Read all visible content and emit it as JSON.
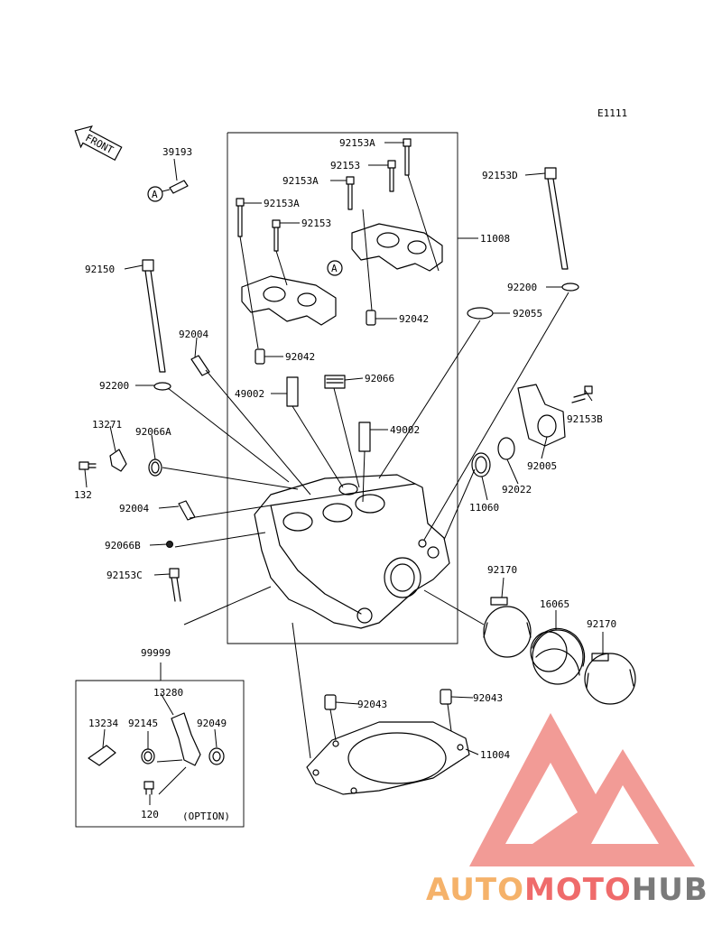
{
  "diagram_code": "E1111",
  "front_label": "FRONT",
  "ref_mark": "A",
  "option_label": "(OPTION)",
  "parts": {
    "p39193": "39193",
    "p92153A_1": "92153A",
    "p92153_1": "92153",
    "p92153A_2": "92153A",
    "p92153A_3": "92153A",
    "p92153_2": "92153",
    "p11008": "11008",
    "p92153D": "92153D",
    "p92150": "92150",
    "p92200_r": "92200",
    "p92055": "92055",
    "p92042_r": "92042",
    "p92004_t": "92004",
    "p92042_l": "92042",
    "p92200_l": "92200",
    "p92066": "92066",
    "p49002_l": "49002",
    "p92153B": "92153B",
    "p13271": "13271",
    "p92066A": "92066A",
    "p49002_r": "49002",
    "p92005": "92005",
    "p132": "132",
    "p92022": "92022",
    "p11060": "11060",
    "p92004_b": "92004",
    "p92066B": "92066B",
    "p92153C": "92153C",
    "p92170_l": "92170",
    "p16065": "16065",
    "p92170_r": "92170",
    "p99999": "99999",
    "p13280": "13280",
    "p13234": "13234",
    "p92145": "92145",
    "p92049": "92049",
    "p120": "120",
    "p92043_l": "92043",
    "p92043_r": "92043",
    "p11004": "11004"
  },
  "watermark": {
    "part1": "AUTO",
    "part2": "MOTO",
    "part3": "HUB",
    "color_auto": "#f5b26a",
    "color_moto": "#ef6b6b",
    "color_hub": "#7a7a7a",
    "logo_color": "#f08a84"
  }
}
